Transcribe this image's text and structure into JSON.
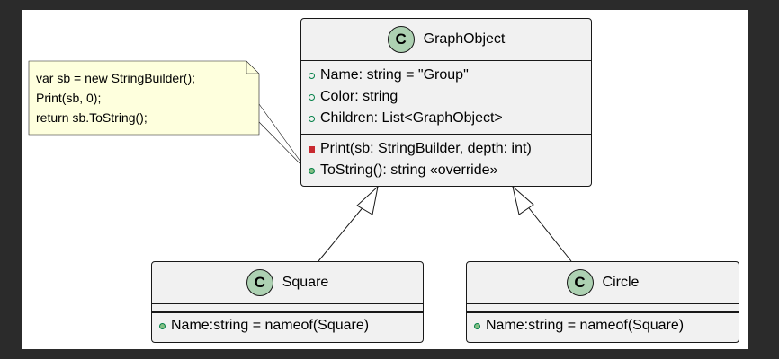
{
  "graph_object": {
    "badge": "C",
    "name": "GraphObject",
    "fields": [
      {
        "visibility": "public-field",
        "text": "Name: string = \"Group\""
      },
      {
        "visibility": "public-field",
        "text": "Color: string"
      },
      {
        "visibility": "public-field",
        "text": "Children: List<GraphObject>"
      }
    ],
    "methods": [
      {
        "visibility": "private-method",
        "text": "Print(sb: StringBuilder, depth: int)"
      },
      {
        "visibility": "public-method",
        "text": "ToString(): string «override»"
      }
    ]
  },
  "square": {
    "badge": "C",
    "name": "Square",
    "fields": [
      {
        "visibility": "public-method",
        "text": "Name:string = nameof(Square)"
      }
    ]
  },
  "circle": {
    "badge": "C",
    "name": "Circle",
    "fields": [
      {
        "visibility": "public-method",
        "text": "Name:string = nameof(Square)"
      }
    ]
  },
  "note": {
    "lines": [
      "var sb = new StringBuilder();",
      "Print(sb, 0);",
      "return sb.ToString();"
    ]
  },
  "colors": {
    "class_fill": "#f1f1f1",
    "badge_fill": "#add1b2",
    "note_fill": "#feffdd",
    "public_marker": "#84be84",
    "private_marker": "#c82930",
    "border": "#181818"
  }
}
